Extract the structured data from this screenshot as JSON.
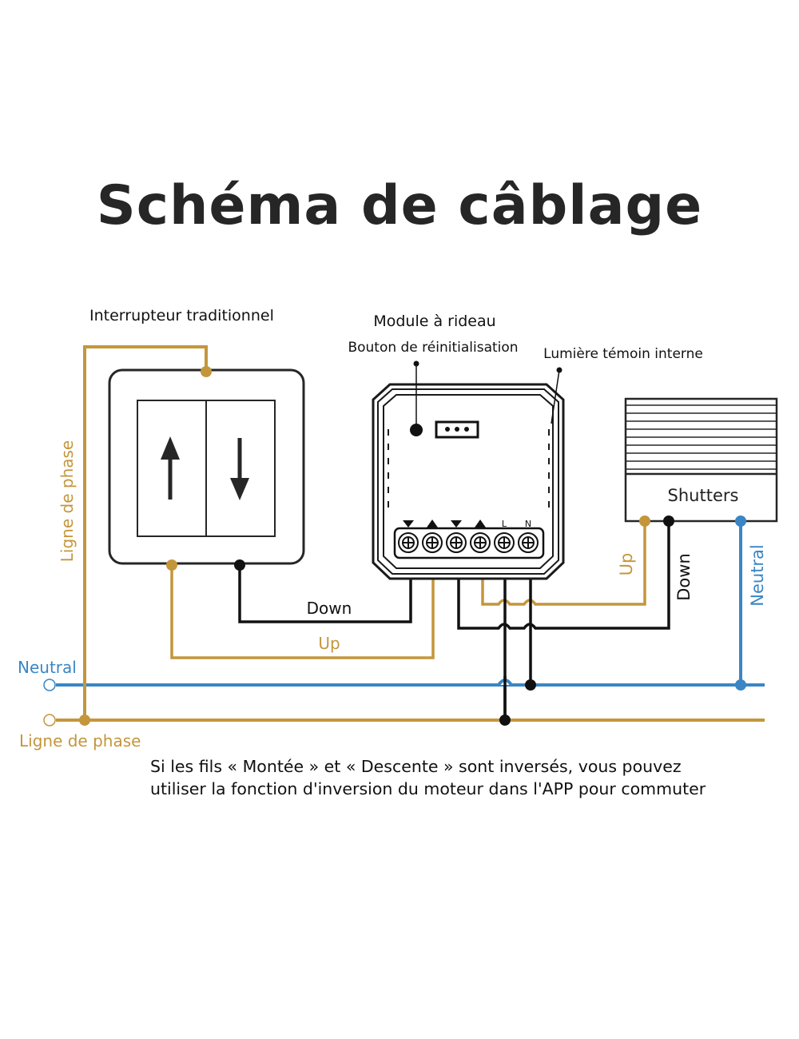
{
  "title": "Schéma de câblage",
  "labels": {
    "switch": "Interrupteur traditionnel",
    "module": "Module à rideau",
    "reset_button": "Bouton de réinitialisation",
    "internal_light": "Lumière témoin interne",
    "shutters": "Shutters",
    "phase_line_vertical": "Ligne de phase",
    "phase_line": "Ligne de phase",
    "neutral_left": "Neutral",
    "down_wire": "Down",
    "up_wire": "Up",
    "shutter_up": "Up",
    "shutter_down": "Down",
    "shutter_neutral": "Neutral",
    "terminal_L": "L",
    "terminal_N": "N"
  },
  "note": {
    "line1": "Si les fils « Montée » et « Descente » sont inversés, vous pouvez",
    "line2": "utiliser la fonction d'inversion du moteur dans l'APP pour commuter"
  },
  "colors": {
    "phase": "#C4963C",
    "neutral": "#3A86C4",
    "wire": "#111111",
    "title": "#262626"
  },
  "icons": {
    "switch_up": "arrow-up-icon",
    "switch_down": "arrow-down-icon"
  }
}
